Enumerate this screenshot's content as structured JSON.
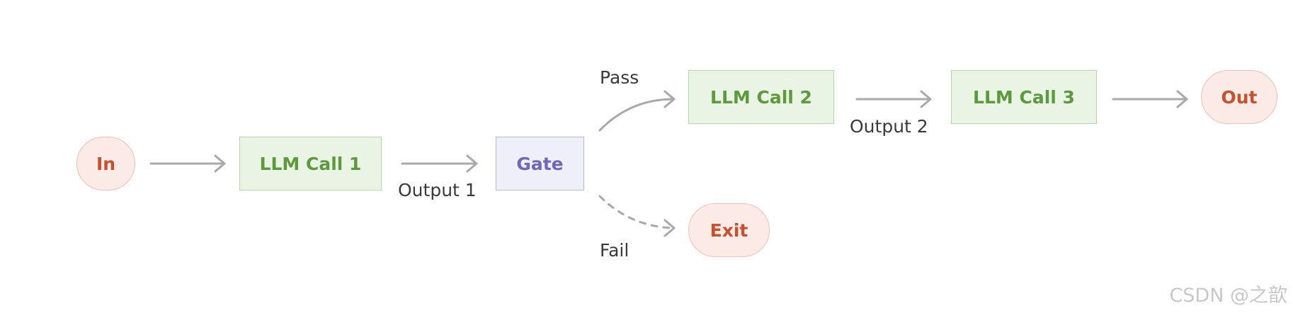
{
  "nodes": {
    "input": "In",
    "llm_call_1": "LLM Call 1",
    "gate": "Gate",
    "llm_call_2": "LLM Call 2",
    "llm_call_3": "LLM Call 3",
    "output": "Out",
    "exit": "Exit"
  },
  "edge_labels": {
    "output_1": "Output 1",
    "pass": "Pass",
    "fail": "Fail",
    "output_2": "Output 2"
  },
  "watermark": "CSDN @之歆",
  "colors": {
    "io_fill": "#fbeae6",
    "io_text": "#c4512f",
    "llm_fill": "#eaf4e4",
    "llm_text": "#5c9a3d",
    "gate_fill": "#efeffa",
    "gate_text": "#6f67b8",
    "edge": "#a9a9a9"
  }
}
